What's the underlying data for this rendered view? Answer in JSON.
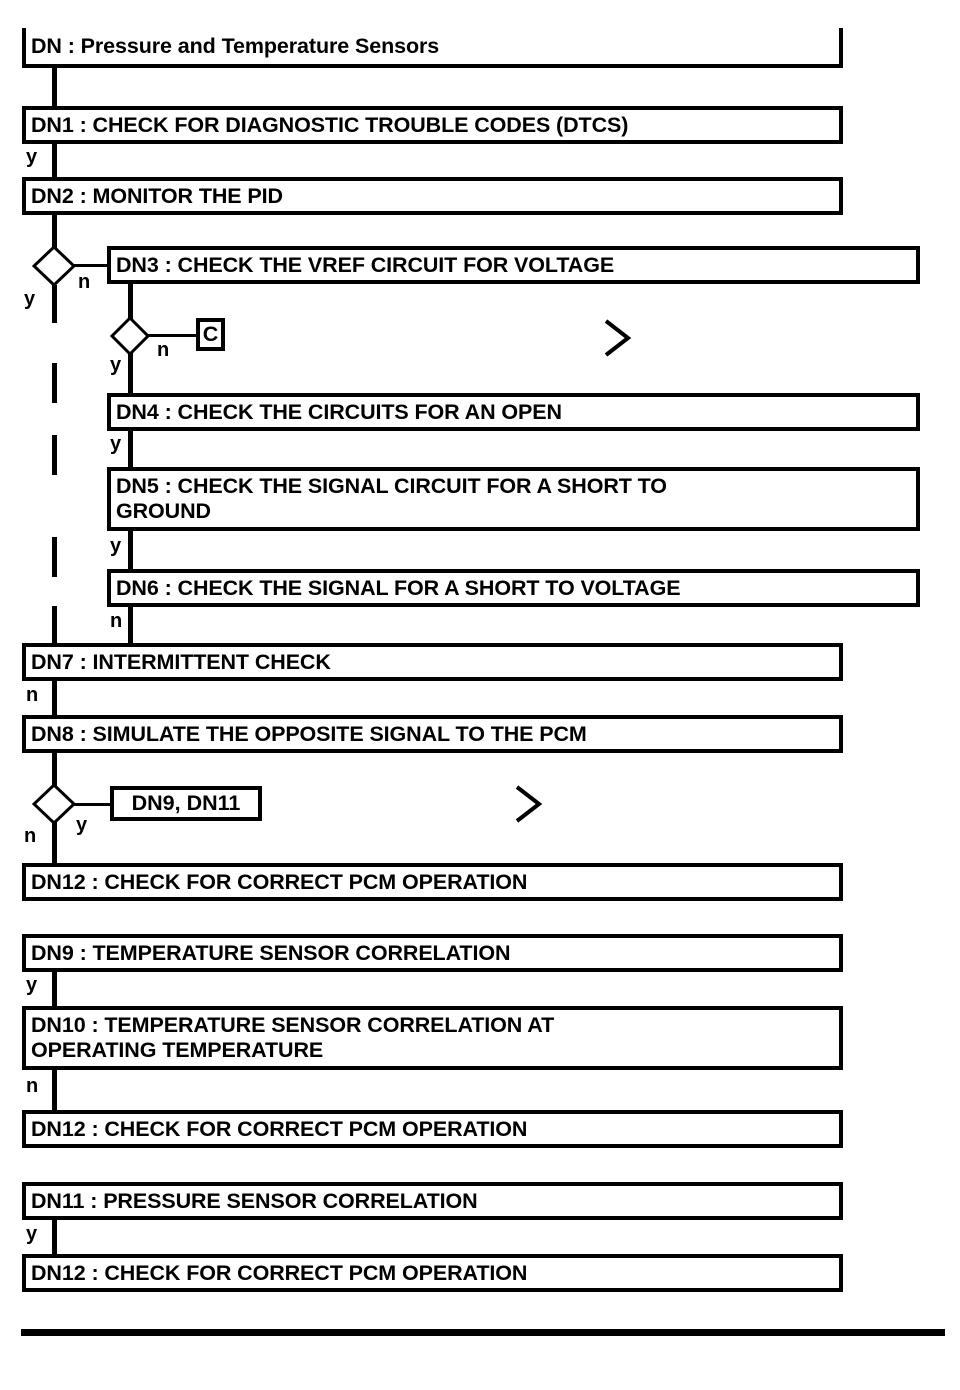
{
  "diagram": {
    "title_node": {
      "id": "DN",
      "label": "DN : Pressure and Temperature Sensors"
    },
    "nodes": [
      {
        "id": "DN1",
        "label": "DN1 : CHECK FOR DIAGNOSTIC TROUBLE CODES (DTCS)"
      },
      {
        "id": "DN2",
        "label": "DN2 : MONITOR THE PID"
      },
      {
        "id": "DN3",
        "label": "DN3 : CHECK THE VREF CIRCUIT FOR VOLTAGE"
      },
      {
        "id": "DN4",
        "label": "DN4 : CHECK THE CIRCUITS FOR AN OPEN"
      },
      {
        "id": "DN5",
        "label": "DN5 : CHECK THE SIGNAL CIRCUIT FOR A SHORT TO\nGROUND"
      },
      {
        "id": "DN6",
        "label": "DN6 : CHECK THE SIGNAL FOR A SHORT TO VOLTAGE"
      },
      {
        "id": "DN7",
        "label": "DN7 : INTERMITTENT CHECK"
      },
      {
        "id": "DN8",
        "label": "DN8 : SIMULATE THE OPPOSITE SIGNAL TO THE PCM"
      },
      {
        "id": "DN12a",
        "label": "DN12 : CHECK FOR CORRECT PCM OPERATION"
      },
      {
        "id": "DN9",
        "label": "DN9 : TEMPERATURE SENSOR CORRELATION"
      },
      {
        "id": "DN10",
        "label": "DN10 : TEMPERATURE SENSOR CORRELATION AT\nOPERATING TEMPERATURE"
      },
      {
        "id": "DN12b",
        "label": "DN12 : CHECK FOR CORRECT PCM OPERATION"
      },
      {
        "id": "DN11",
        "label": "DN11 : PRESSURE SENSOR CORRELATION"
      },
      {
        "id": "DN12c",
        "label": "DN12 : CHECK FOR CORRECT PCM OPERATION"
      }
    ],
    "connector_tags": [
      {
        "id": "C",
        "label": "C"
      },
      {
        "id": "DN9-DN11",
        "label": "DN9, DN11"
      }
    ],
    "branch_labels": {
      "dn1_yes": "y",
      "dn2_decision_yes": "y",
      "dn2_decision_no": "n",
      "dn3_decision_yes": "y",
      "dn3_decision_no": "n",
      "dn4_yes": "y",
      "dn5_yes": "y",
      "dn6_no": "n",
      "dn7_no": "n",
      "dn8_decision_no": "n",
      "dn8_decision_yes": "y",
      "dn9_yes": "y",
      "dn10_no": "n",
      "dn11_yes": "y"
    },
    "icons": {
      "decision": "diamond-icon",
      "offpage": "chevron-right-icon"
    },
    "colors": {
      "stroke": "#000000",
      "background": "#ffffff",
      "text": "#000000"
    }
  }
}
